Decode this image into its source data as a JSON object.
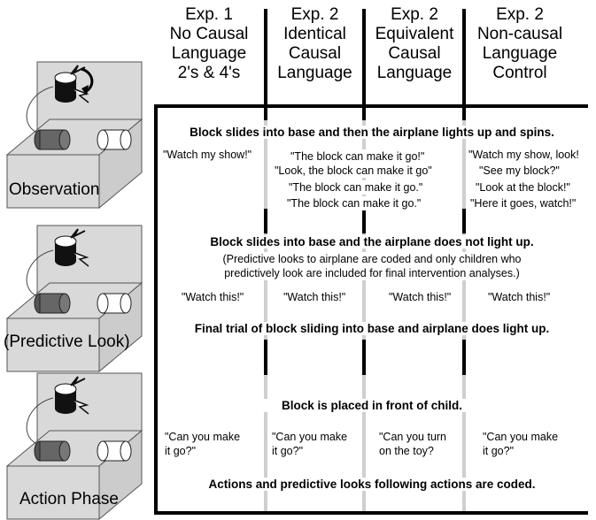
{
  "headers": [
    {
      "lines": [
        "Exp. 1",
        "No Causal",
        "Language",
        "2's & 4's"
      ]
    },
    {
      "lines": [
        "Exp. 2",
        "Identical",
        "Causal",
        "Language"
      ]
    },
    {
      "lines": [
        "Exp. 2",
        "Equivalent",
        "Causal",
        "Language"
      ]
    },
    {
      "lines": [
        "Exp. 2",
        "Non-causal",
        "Language",
        "Control"
      ]
    }
  ],
  "phases": {
    "observation": "Observation",
    "predictive": "(Predictive Look)",
    "action": "Action Phase"
  },
  "section1": {
    "title": "Block slides into base and then the airplane lights up and spins.",
    "col1": [
      "\"Watch my show!\""
    ],
    "col23": [
      "\"The block can make it go!\"",
      "\"Look, the block can make it go\"",
      "\"The block can make it go.\"",
      "\"The block can make it go.\""
    ],
    "col4": [
      "\"Watch my show, look!",
      "\"See my block?\"",
      "\"Look at the block!\"",
      "\"Here it goes, watch!\""
    ]
  },
  "section2": {
    "title": "Block slides into base and the airplane does not light up.",
    "note": [
      "(Predictive looks to airplane are coded and only children who",
      "predictively look are included for final intervention analyses.)"
    ],
    "quotes": [
      "\"Watch this!\"",
      "\"Watch this!\"",
      "\"Watch this!\"",
      "\"Watch this!\""
    ],
    "final": "Final trial of block sliding into base and airplane does light up."
  },
  "section3": {
    "title": "Block is placed in front of child.",
    "quotes": [
      [
        "\"Can you make",
        "it go?\""
      ],
      [
        "\"Can you make",
        "it go?\""
      ],
      [
        "\"Can you turn",
        "on the toy?"
      ],
      [
        "\"Can you make",
        "it go?\""
      ]
    ],
    "footer": "Actions and predictive looks following actions are coded."
  },
  "colors": {
    "bg": "#ffffff",
    "grid_light": "#cfcfcf",
    "box_fill": "#d9d9d9",
    "dark_block": "#666666"
  }
}
